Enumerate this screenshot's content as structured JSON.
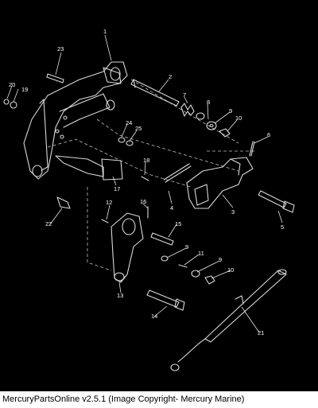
{
  "callouts": {
    "c1": "1",
    "c2": "2",
    "c3": "3",
    "c4": "4",
    "c5": "5",
    "c6": "6",
    "c7": "7",
    "c8": "8",
    "c9a": "9",
    "c9b": "9",
    "c9c": "9",
    "c10a": "10",
    "c10b": "10",
    "c11": "11",
    "c12": "12",
    "c13": "13",
    "c14": "14",
    "c15": "15",
    "c16": "16",
    "c17": "17",
    "c18": "18",
    "c19": "19",
    "c20": "20",
    "c21": "21",
    "c22": "22",
    "c23": "23",
    "c24": "24",
    "c25": "25"
  },
  "footer": {
    "text": "MercuryPartsOnline v2.5.1 (Image Copyright- Mercury Marine)"
  }
}
